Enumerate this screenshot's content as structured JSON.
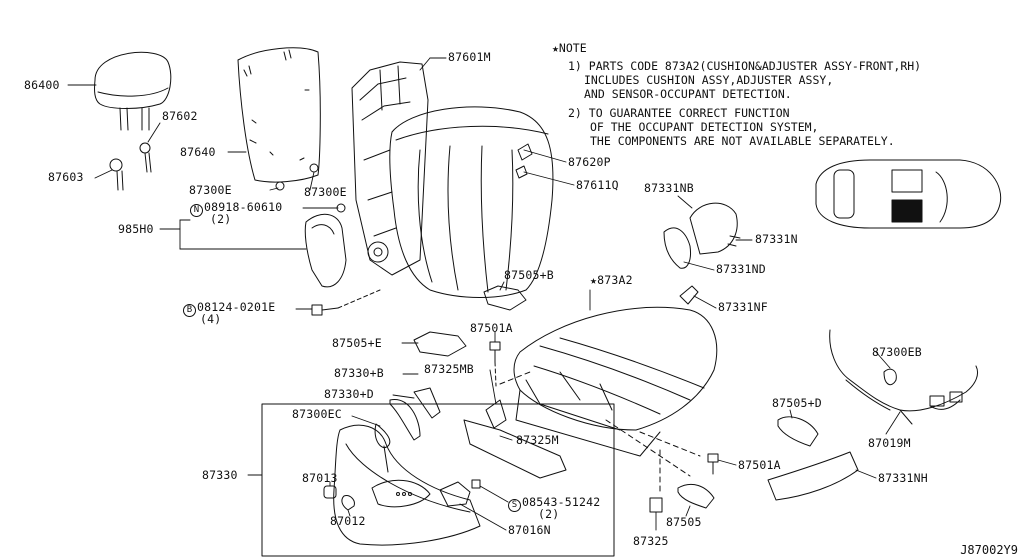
{
  "note": {
    "title": "★NOTE",
    "line1": "1) PARTS CODE 873A2(CUSHION&ADJUSTER ASSY-FRONT,RH)",
    "line2": "INCLUDES CUSHION ASSY,ADJUSTER ASSY,",
    "line3": "AND SENSOR-OCCUPANT DETECTION.",
    "line4": "2) TO GUARANTEE CORRECT FUNCTION",
    "line5": "OF THE OCCUPANT DETECTION SYSTEM,",
    "line6": "THE COMPONENTS ARE NOT AVAILABLE SEPARATELY."
  },
  "parts": {
    "p86400": "86400",
    "p87602": "87602",
    "p87603": "87603",
    "p87640": "87640",
    "p87300E_a": "87300E",
    "p87300E_b": "87300E",
    "n_circle": "N",
    "p08918": "08918-60610",
    "q2a": "(2)",
    "p985H0": "985H0",
    "b_circle": "B",
    "p08124": "08124-0201E",
    "q4": "(4)",
    "p87601M": "87601M",
    "p87620P": "87620P",
    "p87611Q": "87611Q",
    "p87331NB": "87331NB",
    "p87331N": "87331N",
    "p87331ND": "87331ND",
    "p873A2": "★873A2",
    "p87505B": "87505+B",
    "p87331NF": "87331NF",
    "p87505E": "87505+E",
    "p87501A_a": "87501A",
    "p87330B": "87330+B",
    "p87325MB": "87325MB",
    "p87330D": "87330+D",
    "p87300EC": "87300EC",
    "p87325M": "87325M",
    "p87330": "87330",
    "p87013": "87013",
    "p87012": "87012",
    "s_circle": "S",
    "p08543": "08543-51242",
    "q2b": "(2)",
    "p87016N": "87016N",
    "p87325": "87325",
    "p87505": "87505",
    "p87501A_b": "87501A",
    "p87505D": "87505+D",
    "p87331NH": "87331NH",
    "p87300EB": "87300EB",
    "p87019M": "87019M"
  },
  "diagram_code": "J87002Y9"
}
